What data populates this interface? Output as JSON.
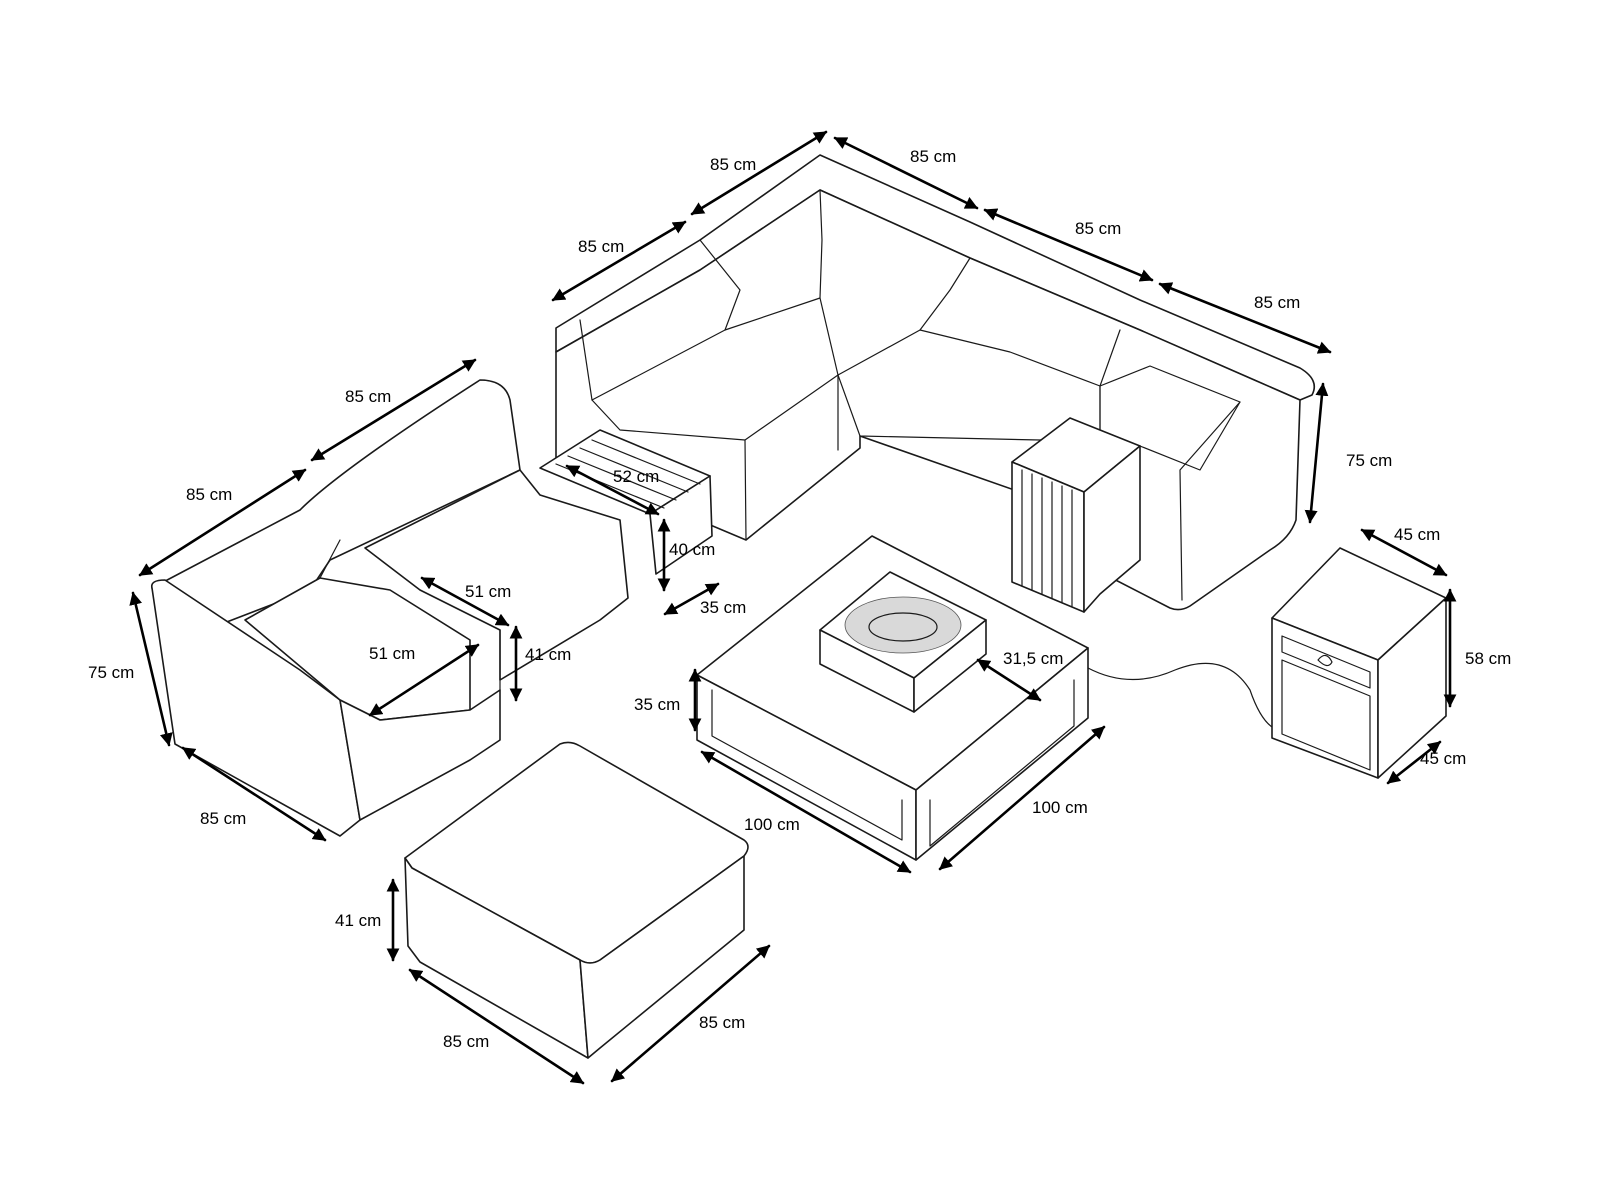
{
  "diagram": {
    "colors": {
      "ink": "#1a1a1a",
      "arrow": "#000000",
      "background": "#ffffff",
      "gravel": "#d9d9d9"
    },
    "icons": [
      "flame-icon"
    ],
    "labels": {
      "top_left_85": "85 cm",
      "top_mid_85": "85 cm",
      "top_right_a_85": "85 cm",
      "top_right_b_85": "85 cm",
      "back_left_85": "85 cm",
      "left_top_85": "85 cm",
      "left_side_85": "85 cm",
      "right_height_75": "75 cm",
      "left_height_75": "75 cm",
      "bottom_left_85": "85 cm",
      "seat_depth_51": "51 cm",
      "seat_width_51": "51 cm",
      "seat_height_41": "41 cm",
      "side_table_52": "52 cm",
      "side_table_40": "40 cm",
      "side_table_35": "35 cm",
      "firepit_31_5": "31,5 cm",
      "table_height_35": "35 cm",
      "table_width_100": "100 cm",
      "table_depth_100": "100 cm",
      "cabinet_45_top": "45 cm",
      "cabinet_58": "58 cm",
      "cabinet_45_bottom": "45 cm",
      "ottoman_41": "41 cm",
      "ottoman_85_left": "85 cm",
      "ottoman_85_right": "85 cm"
    }
  }
}
